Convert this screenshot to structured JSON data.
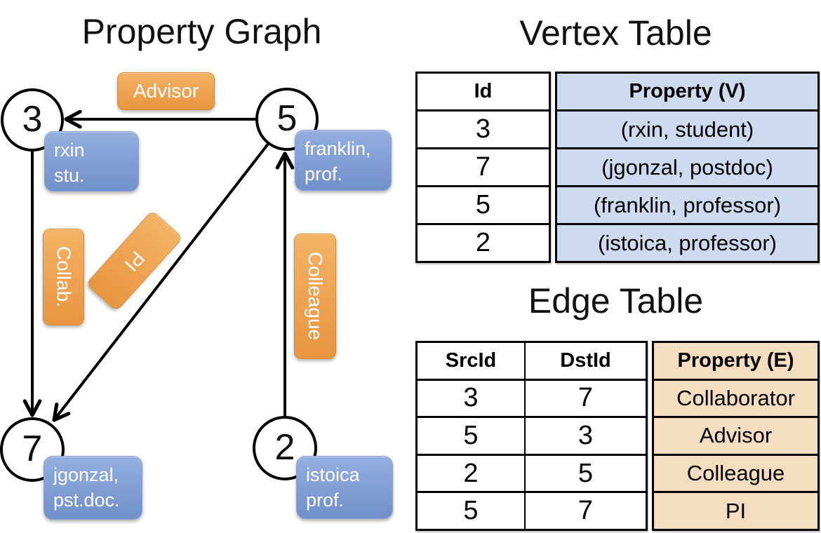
{
  "graph": {
    "title": "Property Graph",
    "nodes": {
      "n3": {
        "id": "3",
        "line1": "rxin",
        "line2": "stu."
      },
      "n5": {
        "id": "5",
        "line1": "franklin,",
        "line2": "prof."
      },
      "n7": {
        "id": "7",
        "line1": "jgonzal,",
        "line2": "pst.doc."
      },
      "n2": {
        "id": "2",
        "line1": "istoica",
        "line2": "prof."
      }
    },
    "edge_labels": {
      "advisor": "Advisor",
      "collab": "Collab.",
      "pi": "PI",
      "colleague": "Colleague"
    }
  },
  "vertex_table": {
    "title": "Vertex Table",
    "headers": {
      "id": "Id",
      "property": "Property (V)"
    },
    "rows": [
      {
        "id": "3",
        "property": "(rxin, student)"
      },
      {
        "id": "7",
        "property": "(jgonzal, postdoc)"
      },
      {
        "id": "5",
        "property": "(franklin, professor)"
      },
      {
        "id": "2",
        "property": "(istoica, professor)"
      }
    ]
  },
  "edge_table": {
    "title": "Edge Table",
    "headers": {
      "src": "SrcId",
      "dst": "DstId",
      "property": "Property (E)"
    },
    "rows": [
      {
        "src": "3",
        "dst": "7",
        "property": "Collaborator"
      },
      {
        "src": "5",
        "dst": "3",
        "property": "Advisor"
      },
      {
        "src": "2",
        "dst": "5",
        "property": "Colleague"
      },
      {
        "src": "5",
        "dst": "7",
        "property": "PI"
      }
    ]
  },
  "colors": {
    "edge_label_fill": "#EFA24C",
    "vertex_card_fill": "#8AA4D8",
    "vertex_property_cell": "#CDDAF0",
    "edge_property_cell": "#F5DDBF",
    "line_color": "#000000"
  }
}
